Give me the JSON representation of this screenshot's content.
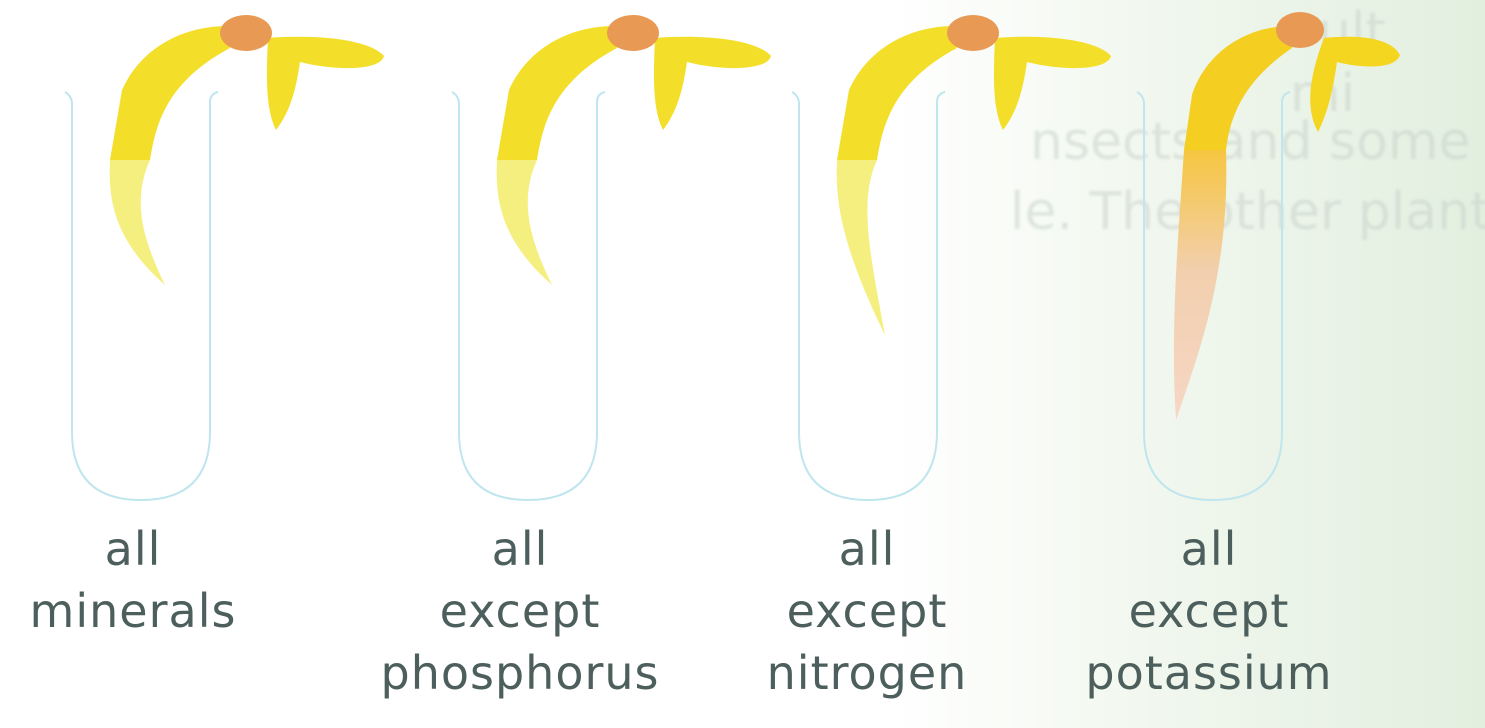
{
  "background_text": {
    "line1": "ult",
    "line2": "mi",
    "line3": "nsects and some",
    "line4": "le. The other plant"
  },
  "tubes": [
    {
      "line1": "all",
      "line2": "minerals",
      "line3": ""
    },
    {
      "line1": "all",
      "line2": "except",
      "line3": "phosphorus"
    },
    {
      "line1": "all",
      "line2": "except",
      "line3": "nitrogen"
    },
    {
      "line1": "all",
      "line2": "except",
      "line3": "potassium"
    }
  ],
  "colors": {
    "tube_outline": "#bfe6ee",
    "seedling_yellow": "#f3df2a",
    "seedling_light": "#f5ef7f",
    "seed": "#e89a55",
    "root_pink": "#f2c9b3",
    "label_text": "#4d5f5c"
  }
}
